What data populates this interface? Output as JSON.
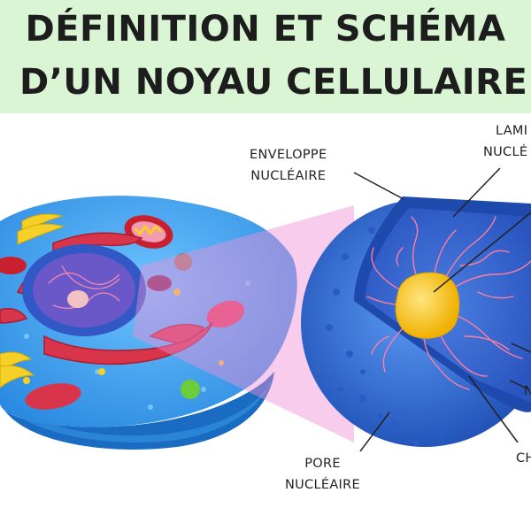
{
  "title": {
    "line1": "DÉFINITION ET SCHÉMA",
    "line2": "D’UN NOYAU CELLULAIRE"
  },
  "labels": {
    "envelope_line1": "ENVELOPPE",
    "envelope_line2": "NUCLÉAIRE",
    "lamina_line1": "LAMI",
    "lamina_line2": "NUCLÉ",
    "pore_line1": "PORE",
    "pore_line2": "NUCLÉAIRE",
    "chromatin_partial": "CH",
    "right_partial": "N"
  },
  "colors": {
    "banner": "#d9f5d4",
    "nucleus_blue": "#3a78e0",
    "nucleus_dark": "#1f4fb5",
    "nucleolus": "#f5c21b",
    "chromatin": "#ff7da0",
    "cell_body": "#3d9fe8",
    "er_red": "#d8344a",
    "highlight_pink": "#f0a5df"
  }
}
